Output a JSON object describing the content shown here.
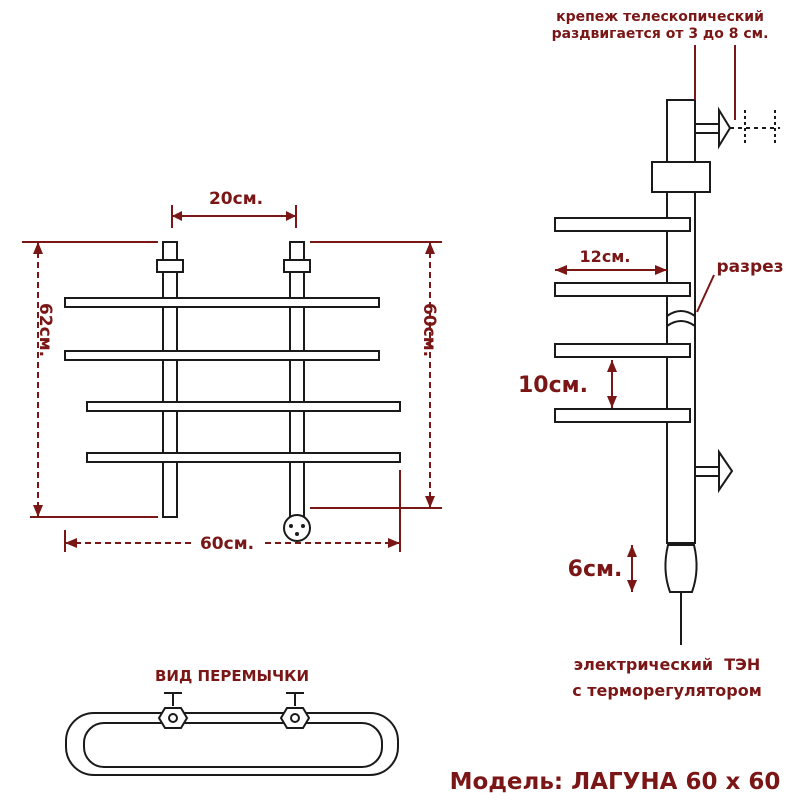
{
  "labels": {
    "mount_line1": "крепеж телескопический",
    "mount_line2": "раздвигается от 3 до 8 см.",
    "spacing_top": "20см.",
    "height_left": "62см.",
    "height_right": "60см.",
    "width_bottom": "60см.",
    "depth": "12см.",
    "section": "разрез",
    "bar_spacing": "10см.",
    "heater_height": "6см.",
    "heater_line1": "электрический  ТЭН",
    "heater_line2": "с терморегулятором",
    "jumper_view": "ВИД ПЕРЕМЫЧКИ",
    "model": "Модель: ЛАГУНА 60 x 60"
  },
  "colors": {
    "annotation": "#7a1616",
    "outline": "#1a1a1a"
  }
}
